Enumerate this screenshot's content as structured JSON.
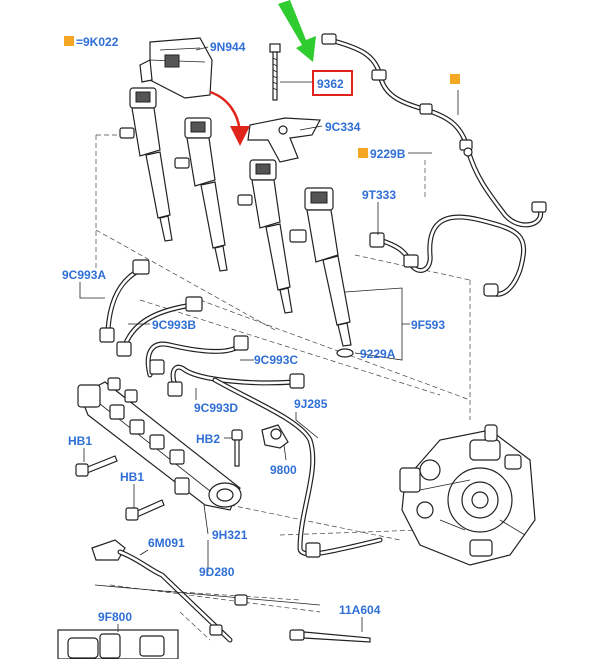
{
  "labels": {
    "k022": "=9K022",
    "n944": "9N944",
    "p9362": "9362",
    "c334": "9C334",
    "b9229": "9229B",
    "t333": "9T333",
    "a993": "9C993A",
    "b993": "9C993B",
    "c993": "9C993C",
    "d993": "9C993D",
    "f593": "9F593",
    "a9229": "9229A",
    "j285": "9J285",
    "hb1a": "HB1",
    "hb1b": "HB1",
    "hb2": "HB2",
    "p9800": "9800",
    "h321": "9H321",
    "d280": "9D280",
    "m091": "6M091",
    "f800": "9F800",
    "a604": "11A604"
  },
  "colors": {
    "label": "#2f6fd6",
    "marker_square": "#f5a623",
    "highlight_box": "#e0241b",
    "green_arrow": "#2ecc2e",
    "red_arrow": "#e0241b"
  },
  "icons": {
    "marker": "orange-square-marker",
    "callout_arrow": "green-arrow",
    "motion_arrow": "red-curved-arrow"
  }
}
